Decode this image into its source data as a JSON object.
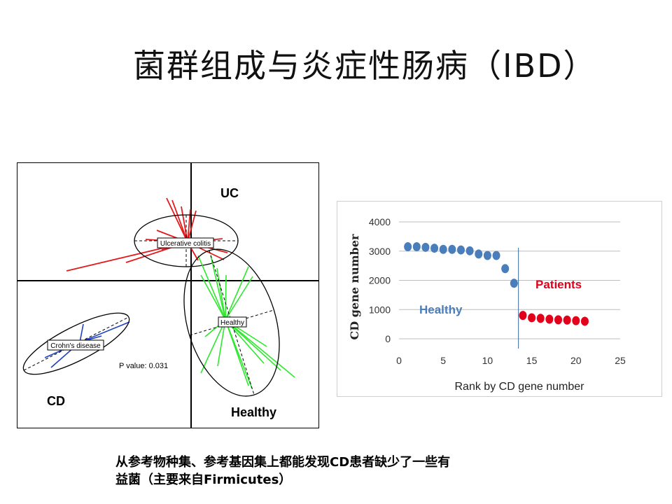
{
  "slide": {
    "title": "菌群组成与炎症性肠病（IBD）",
    "caption_line1": "从参考物种集、参考基因集上都能发现CD患者缺少了一些有",
    "caption_line2": "益菌（主要来自Firmicutes）"
  },
  "left_plot": {
    "group_labels": {
      "uc": "UC",
      "cd": "CD",
      "healthy": "Healthy"
    },
    "ellipse_labels": {
      "uc": "Ulcerative colitis",
      "cd": "Crohn's disease",
      "healthy": "Healthy"
    },
    "p_value_text": "P value: 0.031",
    "colors": {
      "uc": "#e31a1c",
      "cd": "#1f3fbf",
      "healthy": "#2ee82e"
    }
  },
  "chart_data": {
    "type": "scatter",
    "xlabel": "Rank by CD gene number",
    "ylabel": "CD gene number",
    "xlim": [
      0,
      25
    ],
    "ylim": [
      0,
      4000
    ],
    "x_ticks": [
      0,
      5,
      10,
      15,
      20,
      25
    ],
    "y_ticks": [
      0,
      1000,
      2000,
      3000,
      4000
    ],
    "grid": "horizontal",
    "divider_x": 13.5,
    "series": [
      {
        "name": "Healthy",
        "color": "#4a7ebb",
        "x": [
          1,
          2,
          3,
          4,
          5,
          6,
          7,
          8,
          9,
          10,
          11,
          12,
          13
        ],
        "y": [
          3150,
          3150,
          3130,
          3100,
          3060,
          3060,
          3040,
          3010,
          2900,
          2850,
          2850,
          2400,
          1900
        ]
      },
      {
        "name": "Patients",
        "color": "#e3001b",
        "x": [
          14,
          15,
          16,
          17,
          18,
          19,
          20,
          21
        ],
        "y": [
          800,
          720,
          700,
          670,
          650,
          640,
          620,
          600
        ]
      }
    ]
  }
}
